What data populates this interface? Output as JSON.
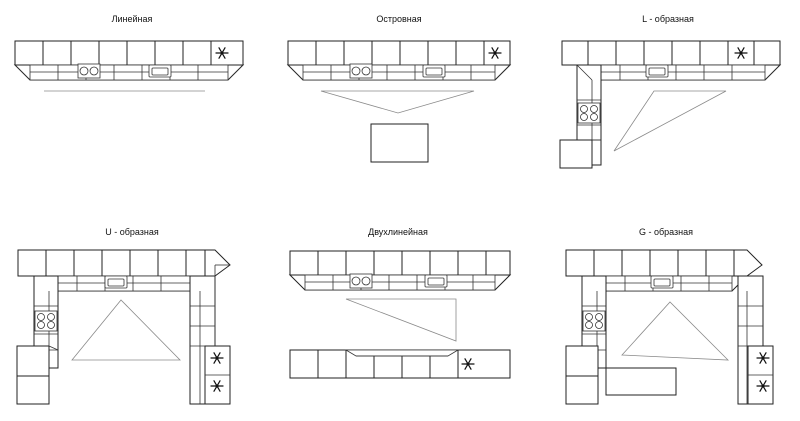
{
  "layouts": [
    {
      "title": "Линейная"
    },
    {
      "title": "Островная"
    },
    {
      "title": "L - образная"
    },
    {
      "title": "U - образная"
    },
    {
      "title": "Двухлинейная"
    },
    {
      "title": "G - образная"
    }
  ],
  "colors": {
    "stroke": "#222222",
    "work_triangle": "#8a8a8a",
    "background": "#ffffff"
  },
  "icons": [
    "snowflake-icon",
    "hob-icon",
    "sink-icon"
  ]
}
